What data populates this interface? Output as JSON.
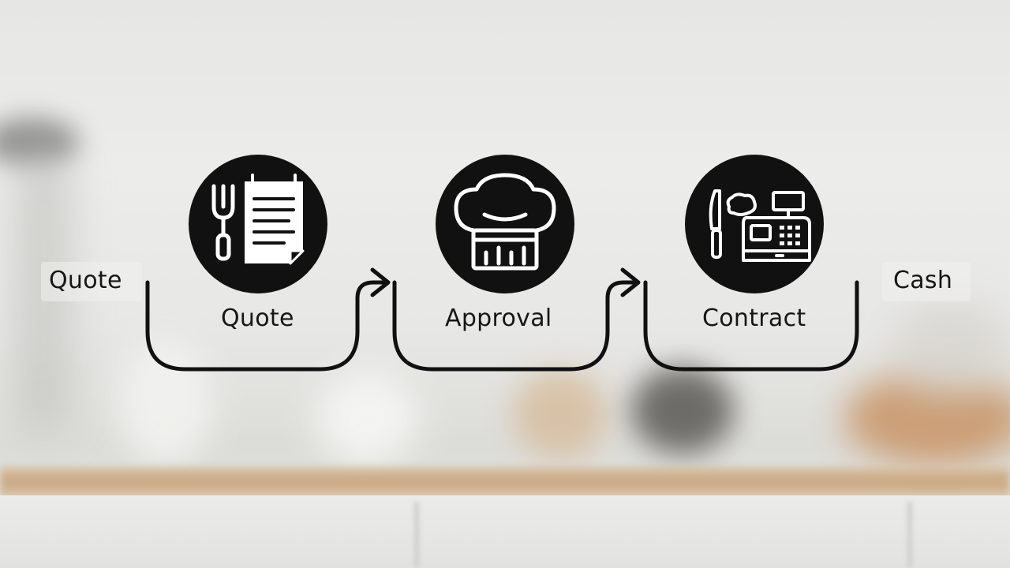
{
  "flow": {
    "start_label": "Quote",
    "end_label": "Cash",
    "steps": [
      {
        "label": "Quote",
        "icon": "fork-and-notepad-icon"
      },
      {
        "label": "Approval",
        "icon": "chef-hat-icon"
      },
      {
        "label": "Contract",
        "icon": "knife-and-cash-register-icon"
      }
    ]
  },
  "colors": {
    "ink": "#111111",
    "icon_fill": "#ffffff"
  }
}
